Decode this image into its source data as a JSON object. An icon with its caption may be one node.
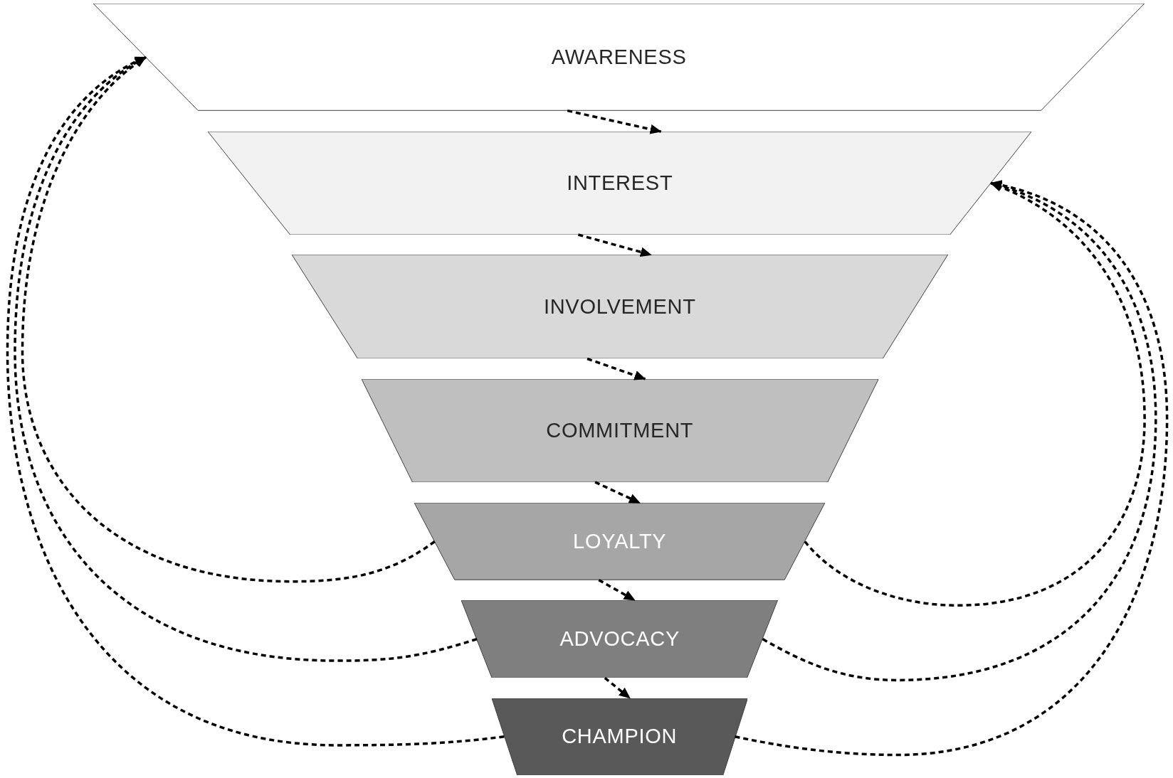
{
  "diagram": {
    "nodes": [
      {
        "text": [
          "AWARENESS"
        ]
      },
      {
        "text": [
          "INTEREST"
        ]
      },
      {
        "text": [
          "INVOLVEMENT"
        ]
      },
      {
        "text": [
          "COMMITMENT"
        ]
      },
      {
        "text": [
          "LOYALTY"
        ]
      },
      {
        "text": [
          "ADVOCACY"
        ]
      },
      {
        "text": [
          "CHAMPION"
        ]
      }
    ],
    "edges": [
      {
        "from": 0,
        "to": 1,
        "arrow": "to",
        "style": "dashed"
      },
      {
        "from": 1,
        "to": 2,
        "arrow": "to",
        "style": "dashed"
      },
      {
        "from": 2,
        "to": 3,
        "arrow": "to",
        "style": "dashed"
      },
      {
        "from": 3,
        "to": 4,
        "arrow": "to",
        "style": "dashed"
      },
      {
        "from": 4,
        "to": 5,
        "arrow": "to",
        "style": "dashed"
      },
      {
        "from": 5,
        "to": 6,
        "arrow": "to",
        "style": "dashed"
      },
      {
        "from": 4,
        "to": 0,
        "arrow": "to",
        "style": "dashed"
      },
      {
        "from": 5,
        "to": 0,
        "arrow": "to",
        "style": "dashed"
      },
      {
        "from": 6,
        "to": 0,
        "arrow": "to",
        "style": "dashed"
      },
      {
        "from": 4,
        "to": 1,
        "arrow": "to",
        "style": "dashed"
      },
      {
        "from": 5,
        "to": 1,
        "arrow": "to",
        "style": "dashed"
      },
      {
        "from": 6,
        "to": 1,
        "arrow": "to",
        "style": "dashed"
      }
    ]
  }
}
